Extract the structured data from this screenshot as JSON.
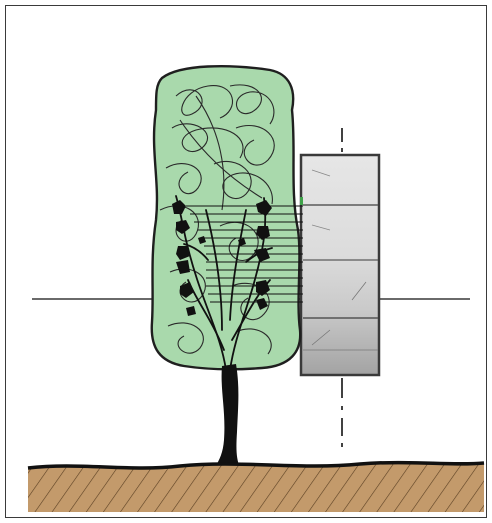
{
  "figure": {
    "subject": "tree-shading-window-sketch",
    "colors": {
      "foliage": "#a9d9ac",
      "foliage_outline": "#1f1f1f",
      "trunk": "#111111",
      "window_light": "#e4e4e4",
      "window_mid": "#c7c7c7",
      "window_dark": "#9e9e9e",
      "window_frame": "#3a3a3a",
      "soil": "#c39a6b",
      "ground_line": "#111111",
      "frame_border": "#3a3a3a"
    },
    "icons": [
      "tree",
      "window-panel",
      "soil-ground",
      "horizon-line",
      "vertical-axis",
      "shadow-rays"
    ]
  }
}
